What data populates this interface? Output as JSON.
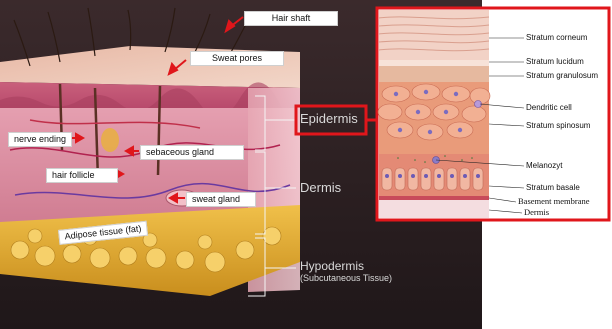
{
  "colors": {
    "highlight_red": "#e0161b",
    "background_dark": "#2a1f22",
    "epidermis_pink": "#d9829a",
    "dermis_pink": "#e6a1ad",
    "fat_yellow": "#e7b12e"
  },
  "skin_section": {
    "labels": {
      "hair_shaft": "Hair shaft",
      "sweat_pores": "Sweat pores",
      "nerve_ending": "nerve ending",
      "sebaceous_gland": "sebaceous gland",
      "hair_follicle": "hair follicle",
      "sweat_gland": "sweat gland",
      "adipose_tissue": "Adipose tissue (fat)"
    },
    "layers": {
      "epidermis": "Epidermis",
      "dermis": "Dermis",
      "hypodermis": "Hypodermis",
      "hypodermis_sub": "(Subcutaneous Tissue)"
    }
  },
  "epidermis_detail": {
    "labels": {
      "stratum_corneum": "Stratum corneum",
      "stratum_lucidum": "Stratum lucidum",
      "stratum_granulosum": "Stratum granulosum",
      "dendritic_cell": "Dendritic cell",
      "stratum_spinosum": "Stratum spinosum",
      "melanozyt": "Melanozyt",
      "stratum_basale": "Stratum basale",
      "basement_membrane": "Basement membrane",
      "dermis": "Dermis"
    }
  }
}
